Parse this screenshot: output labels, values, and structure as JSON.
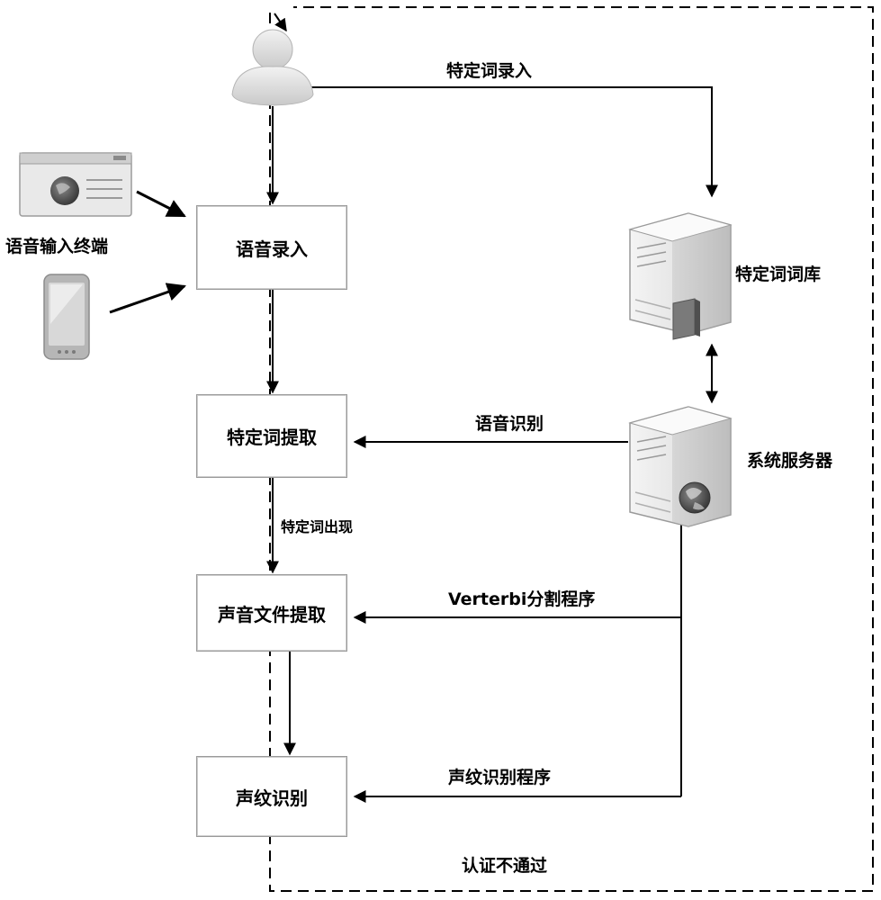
{
  "boxes": {
    "voice_input": "语音录入",
    "keyword_extract": "特定词提取",
    "audio_extract": "声音文件提取",
    "voiceprint": "声纹识别"
  },
  "labels": {
    "terminal": "语音输入终端",
    "keyword_entry": "特定词录入",
    "keyword_db": "特定词词库",
    "speech_recognition": "语音识别",
    "system_server": "系统服务器",
    "keyword_appears": "特定词出现",
    "verterbi": "Verterbi分割程序",
    "voiceprint_program": "声纹识别程序",
    "auth_failed": "认证不通过"
  },
  "icons": {
    "user": "user-icon",
    "browser": "browser-window-icon",
    "phone": "mobile-phone-icon",
    "db_server": "database-server-icon",
    "web_server": "web-server-icon"
  }
}
